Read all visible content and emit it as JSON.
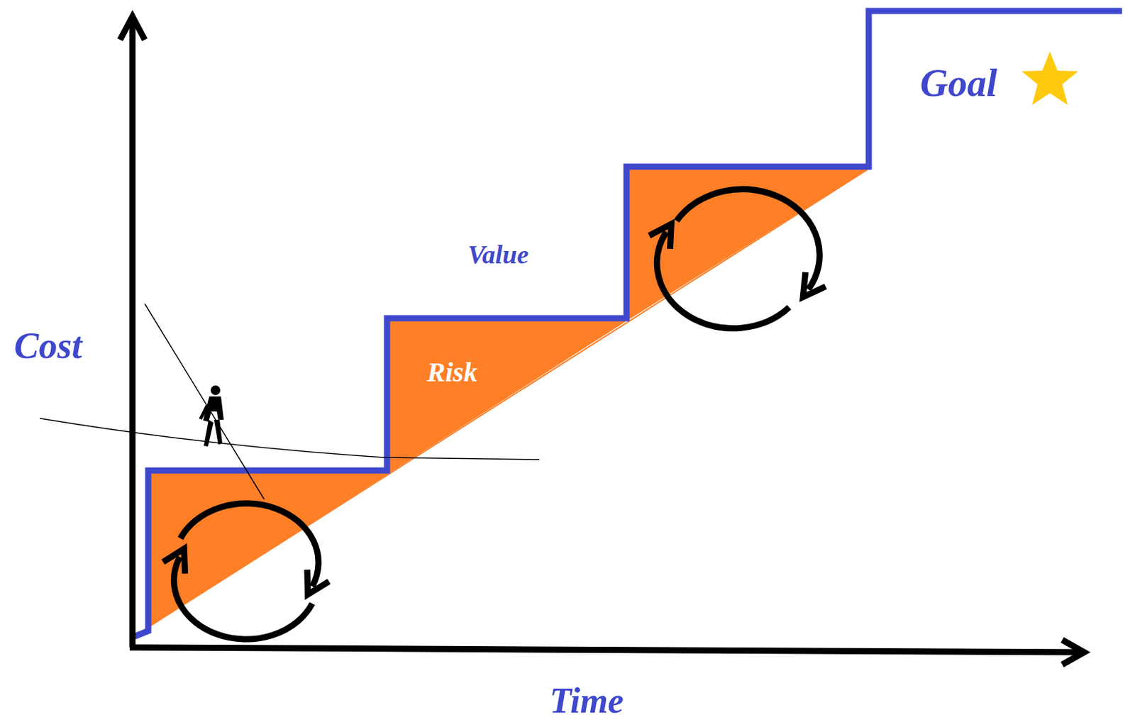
{
  "diagram": {
    "labels": [
      "Cost",
      "Value",
      "Risk",
      "Goal",
      "Time"
    ]
  }
}
